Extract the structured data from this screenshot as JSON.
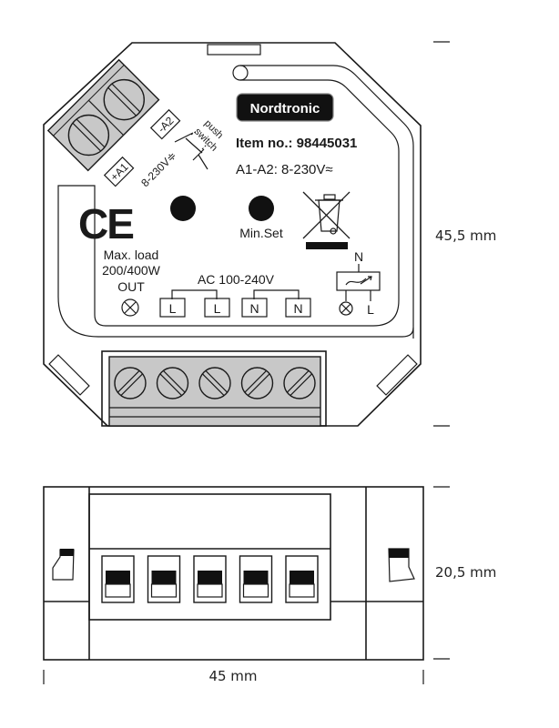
{
  "device": {
    "brand": "Nordtronic",
    "item_no": "Item no.: 98445031",
    "input_spec": "A1-A2: 8-230V≈",
    "push_switch_line1": "push",
    "push_switch_line2": "switch",
    "terminal_a1": "+A1",
    "terminal_a2": "-A2",
    "control_voltage": "8-230V≑",
    "ce_mark": "CE",
    "max_load_line1": "Max. load",
    "max_load_line2": "200/400W",
    "out_label": "OUT",
    "min_set_label": "Min.Set",
    "ac_supply": "AC 100-240V",
    "terminals": [
      "L",
      "L",
      "N",
      "N"
    ],
    "wiring_n": "N",
    "wiring_l": "L",
    "icons": [
      "weee-crossed-bin-icon",
      "lamp-icon",
      "dimmer-icon",
      "screw-icon"
    ]
  },
  "dimensions": {
    "height_top_view": "45,5 mm",
    "height_side_view": "20,5 mm",
    "width": "45 mm"
  },
  "colors": {
    "line": "#1a1a1a",
    "terminal_fill": "#c8c8c8",
    "logo_bg": "#111111",
    "logo_text": "#ffffff"
  }
}
